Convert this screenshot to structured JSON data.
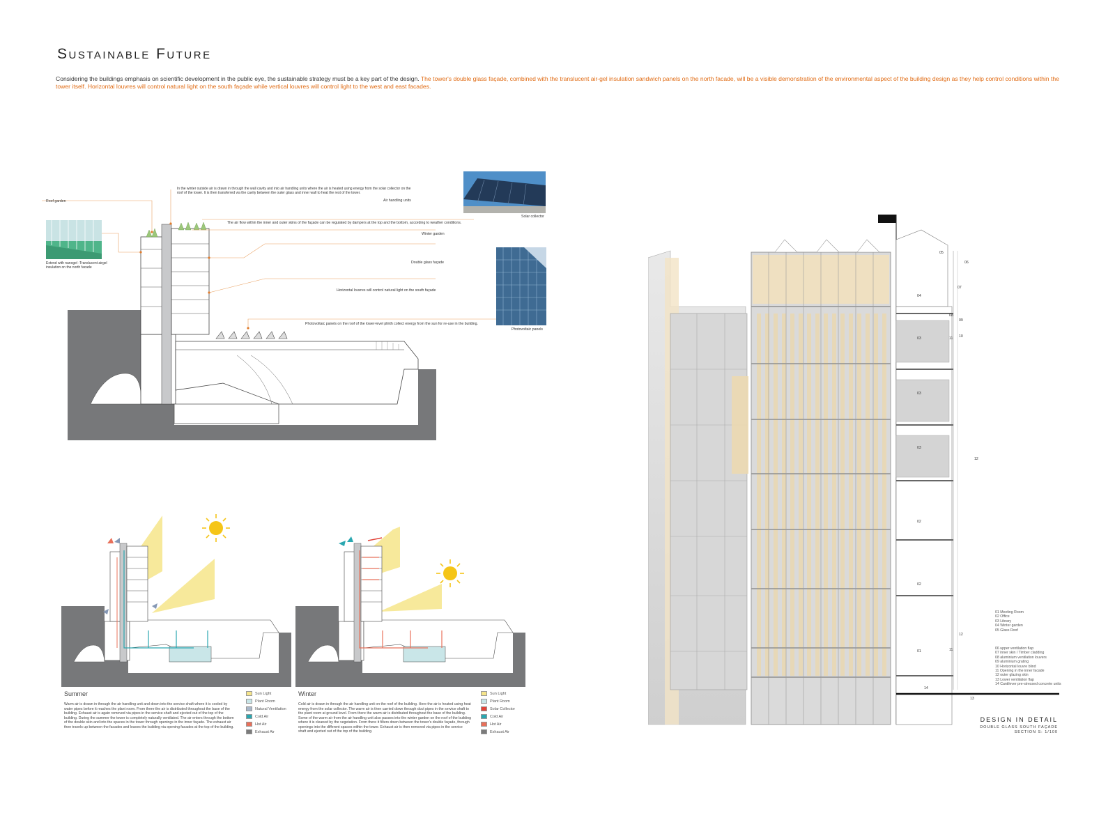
{
  "header": {
    "title": "Sustainable Future",
    "intro_plain": "Considering the buildings emphasis on scientific development in the public eye, the sustainable strategy must be a key part of the design.",
    "intro_highlight": "The tower's double glass façade, combined with the translucent air-gel insulation sandwich panels on the north facade, will be a visible demonstration of the environmental aspect of the building design as they help control conditions within the tower itself.  Horizontal louvres will control natural light on the south façade while vertical louvres will control light to the west and east facades."
  },
  "section_top": {
    "winter_note": "In the winter outside air is drawn in through the wall cavity and into air handling units where the air is heated using energy from the solar collector on the roof of the tower.  It is then transferred via the cavity between the outer glass and inner wall to heat the rest of the tower.",
    "labels": {
      "roof_garden": "Roof garden",
      "air_handling": "Air handling units",
      "solar_collector": "Solar collector",
      "air_flow": "The air flow within the inner and outer skins of the façade can be regulated by dampers at the top and the bottom, according to weather conditions.",
      "winter_garden": "Winter garden",
      "double_glass": "Double glass façade",
      "horizontal_louvres": "Horizontal louvres will control natural light on the south façade",
      "photovoltaic_note": "Photovoltaic panels on the roof of the lower-level plinth collect energy from the sun for re-use in the building.",
      "photovoltaic_panels": "Photovoltaic panels",
      "nanogel": "Extend with nanogel -Translucent airgel insulation on the north facade"
    }
  },
  "summer": {
    "title": "Summer",
    "text": "Warm air is drawn in through the air handling unit and down into the service shaft where it is cooled by water pipes before it reaches the plant room.  From there the air is distributed throughout the base of the building.  Exhaust air is again removed via pipes in the service shaft and ejected out of the top of the building.  During the summer the tower is completely naturally ventilated.  The air enters through the bottom of the double skin and into the spaces in the tower through openings in the inner façade.  The exhaust air then travels up between the facades and leaves the building via opening facades at the top of the building.",
    "legend": [
      {
        "label": "Sun Light",
        "color": "#f6e58a"
      },
      {
        "label": "Plant Room",
        "color": "#c9e6e8"
      },
      {
        "label": "Natural Ventilation",
        "color": "#a9b7c9"
      },
      {
        "label": "Cold Air",
        "color": "#2aa7b0"
      },
      {
        "label": "Hot Air",
        "color": "#e8705a"
      },
      {
        "label": "Exhaust Air",
        "color": "#7b7b7b"
      }
    ]
  },
  "winter": {
    "title": "Winter",
    "text": "Cold air is drawn in through the air handling unit on the roof of the building.  Here the air is heated using heat energy from the solar collector.  The warm air is then carried down through duct pipes in the service shaft to the plant room at ground level.  From there the warm air is distributed throughout the base of the building.  Some of the warm air from the air handling unit also passes into the winter garden on the roof of the building where it is cleaned by the vegetation.  From there it filters down between the tower's double façade, through openings into the different spaces within the tower.  Exhaust air is then removed via pipes in the service shaft and ejected out of the top of the building.",
    "legend": [
      {
        "label": "Sun Light",
        "color": "#f6e58a"
      },
      {
        "label": "Plant Room",
        "color": "#c9e6e8"
      },
      {
        "label": "Solar Collector",
        "color": "#e2453a"
      },
      {
        "label": "Cold Air",
        "color": "#2aa7b0"
      },
      {
        "label": "Hot Air",
        "color": "#e8705a"
      },
      {
        "label": "Exhaust Air",
        "color": "#7b7b7b"
      }
    ]
  },
  "detail": {
    "title": "Design in Detail",
    "subtitle1": "Double glass south façade",
    "subtitle2": "Section S: 1/100",
    "rooms": [
      "01  Meeting Room",
      "02  Office",
      "03  Library",
      "04  Winter garden",
      "05  Glass Roof"
    ],
    "components": [
      "06  upper ventilation flap",
      "07  inner skin / Timber cladding",
      "08  aluminium ventilation louvers",
      "09  aluminium grating",
      "10  Horizontal louvre blind",
      "11  Opening in the inner facade",
      "12  outer glazing skin",
      "13  Lower ventilation flap",
      "14  Cantilever pre-stressed concrete units"
    ],
    "floor_tags": [
      "04",
      "03",
      "03",
      "03",
      "02",
      "02",
      "01"
    ],
    "edge_tags": [
      "05",
      "06",
      "07",
      "08",
      "09",
      "10",
      "11",
      "12",
      "11",
      "12",
      "13",
      "14"
    ]
  }
}
